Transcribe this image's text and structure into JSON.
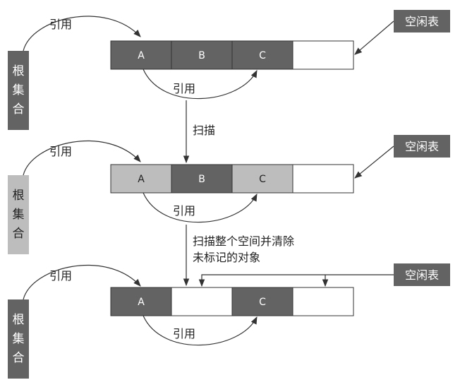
{
  "labels": {
    "reference": "引用",
    "scan": "扫描",
    "sweep_line1": "扫描整个空间并清除",
    "sweep_line2": "未标记的对象",
    "free_list": "空闲表",
    "root_set": [
      "根",
      "集",
      "合"
    ]
  },
  "colors": {
    "dark": "#636363",
    "light": "#bdbdbd",
    "empty": "#ffffff",
    "arrow": "#333333"
  },
  "stages": [
    {
      "root_style": "dark",
      "cells": [
        {
          "label": "A",
          "fill": "dark"
        },
        {
          "label": "B",
          "fill": "dark"
        },
        {
          "label": "C",
          "fill": "dark"
        },
        {
          "label": "",
          "fill": "empty"
        }
      ]
    },
    {
      "root_style": "light",
      "cells": [
        {
          "label": "A",
          "fill": "light"
        },
        {
          "label": "B",
          "fill": "dark"
        },
        {
          "label": "C",
          "fill": "light"
        },
        {
          "label": "",
          "fill": "empty"
        }
      ]
    },
    {
      "root_style": "dark",
      "cells": [
        {
          "label": "A",
          "fill": "dark"
        },
        {
          "label": "",
          "fill": "empty"
        },
        {
          "label": "C",
          "fill": "dark"
        },
        {
          "label": "",
          "fill": "empty"
        }
      ]
    }
  ]
}
